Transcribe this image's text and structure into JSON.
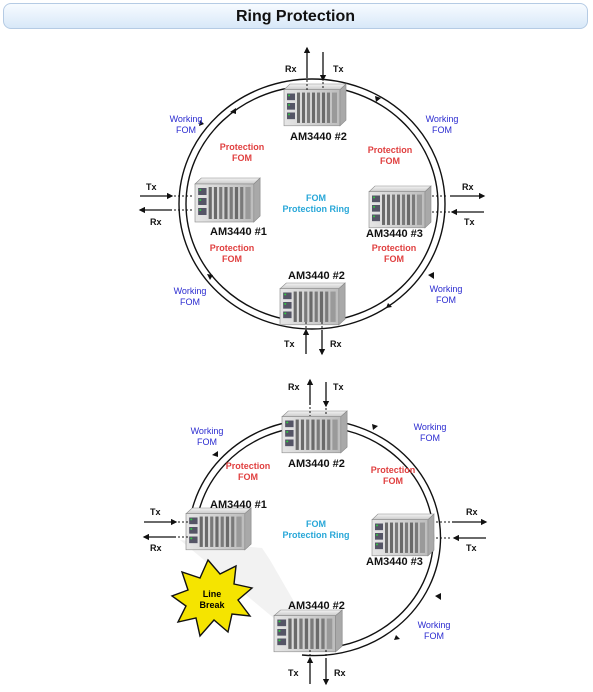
{
  "title": "Ring Protection",
  "labels": {
    "working": [
      "Working",
      "FOM"
    ],
    "protection": [
      "Protection",
      "FOM"
    ],
    "ring": [
      "FOM",
      "Protection Ring"
    ],
    "tx": "Tx",
    "rx": "Rx",
    "line_break": [
      "Line",
      "Break"
    ]
  },
  "diagrams": [
    {
      "devices": [
        "AM3440 #2",
        "AM3440 #1",
        "AM3440 #3",
        "AM3440 #2"
      ]
    },
    {
      "devices": [
        "AM3440 #2",
        "AM3440 #1",
        "AM3440 #3",
        "AM3440 #2"
      ]
    }
  ],
  "colors": {
    "working": "#2b2bd0",
    "protection": "#e04040",
    "ring_label": "#28a7d8",
    "burst": "#f5e400"
  }
}
